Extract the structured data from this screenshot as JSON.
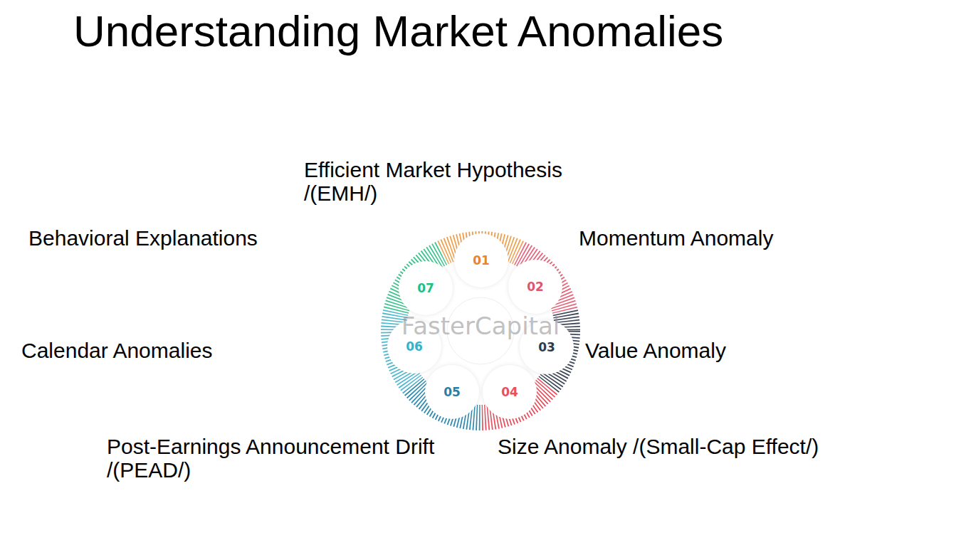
{
  "diagram": {
    "title": "Understanding Market Anomalies",
    "nodes": [
      {
        "text": [
          "01"
        ]
      },
      {
        "text": [
          "02"
        ]
      },
      {
        "text": [
          "03"
        ]
      },
      {
        "text": [
          "04"
        ]
      },
      {
        "text": [
          "05"
        ]
      },
      {
        "text": [
          "06"
        ]
      },
      {
        "text": [
          "07"
        ]
      }
    ],
    "labels": [
      "Efficient Market Hypothesis /(EMH/)",
      "Momentum Anomaly",
      "Value Anomaly",
      "Size Anomaly /(Small-Cap Effect/)",
      "Post-Earnings Announcement Drift /(PEAD/)",
      "Calendar Anomalies",
      "Behavioral Explanations",
      "FasterCapital"
    ]
  }
}
